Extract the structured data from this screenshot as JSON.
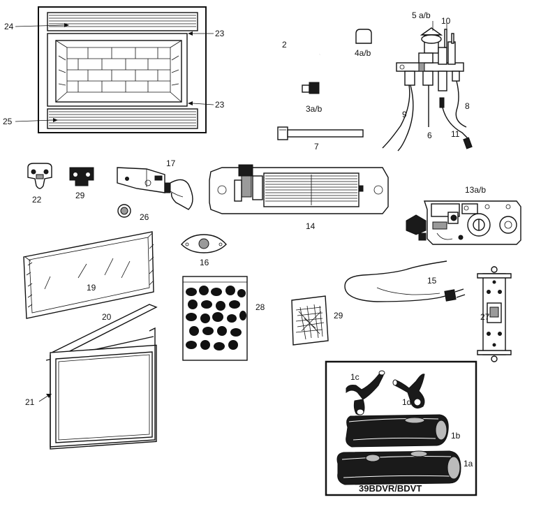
{
  "labels": {
    "l24": "24",
    "l23a": "23",
    "l23b": "23",
    "l25": "25",
    "l2": "2",
    "l4ab": "4a/b",
    "l3ab": "3a/b",
    "l5ab": "5 a/b",
    "l10": "10",
    "l9": "9",
    "l6": "6",
    "l8": "8",
    "l11": "11",
    "l7": "7",
    "l22": "22",
    "l29a": "29",
    "l17": "17",
    "l26": "26",
    "l14": "14",
    "l13ab": "13a/b",
    "l16": "16",
    "l19": "19",
    "l20": "20",
    "l21": "21",
    "l28": "28",
    "l29b": "29",
    "l15": "15",
    "l27": "27",
    "l1c": "1c",
    "l1d": "1d",
    "l1b": "1b",
    "l1a": "1a"
  },
  "inset_title": "39BDVR/BDVT"
}
